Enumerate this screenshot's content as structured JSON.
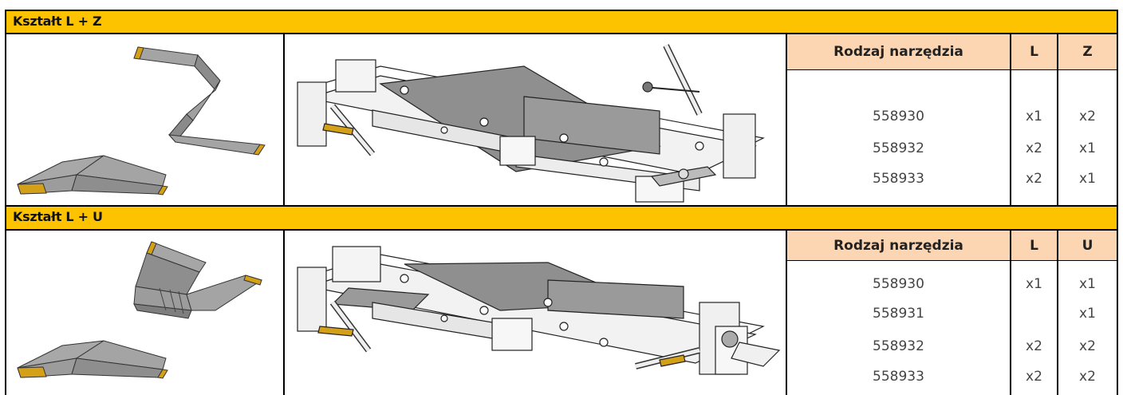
{
  "sections": [
    {
      "title": "Kształt L + Z",
      "table": {
        "headers": [
          "Rodzaj narzędzia",
          "L",
          "Z"
        ],
        "rows": [
          [
            "558930",
            "x1",
            "x2"
          ],
          [
            "558932",
            "x2",
            "x1"
          ],
          [
            "558933",
            "x2",
            "x1"
          ]
        ]
      }
    },
    {
      "title": "Kształt L + U",
      "table": {
        "headers": [
          "Rodzaj narzędzia",
          "L",
          "U"
        ],
        "rows": [
          [
            "558930",
            "x1",
            "x1"
          ],
          [
            "558931",
            "",
            "x1"
          ],
          [
            "558932",
            "x2",
            "x2"
          ],
          [
            "558933",
            "x2",
            "x2"
          ]
        ]
      }
    }
  ],
  "colors": {
    "band": "#fdc300",
    "header": "#fcd5b2",
    "shape": "#9a9a9a",
    "edge": "#d4a017"
  }
}
